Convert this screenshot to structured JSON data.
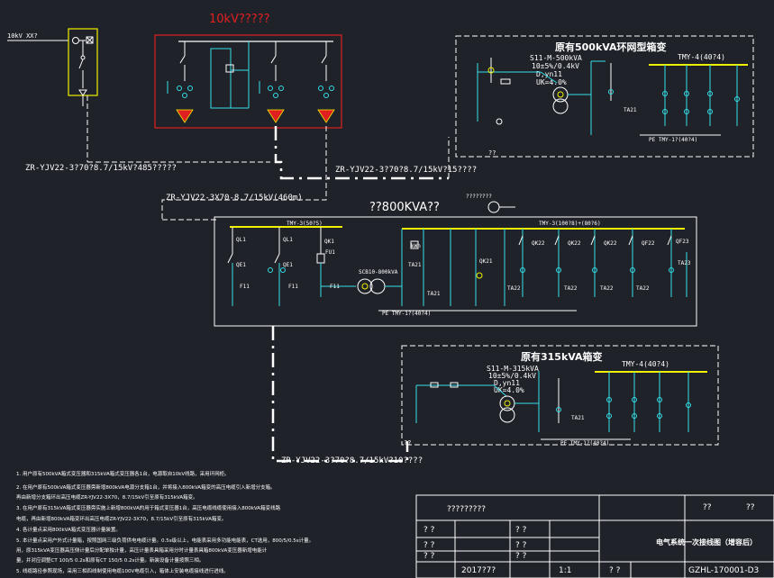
{
  "colors": {
    "background": "#1f2228",
    "white": "#ffffff",
    "cyan": "#35e0e8",
    "yellow": "#f0f000",
    "red": "#e02020",
    "green": "#30e030",
    "gray": "#bdbdbd"
  },
  "top_left": {
    "source_label": "10kV XX?",
    "cable_label": "ZR-YJV22-3?70?8.7/15kV?485?????"
  },
  "hv_room": {
    "title": "10kV?????"
  },
  "cable_right_label": "ZR-YJV22-3?70?8.7/15kV?15????",
  "cable_mid_label": "ZR-YJV22-3X70-8.7/15kV(460m)",
  "sub500": {
    "title": "原有500kVA环网型箱变",
    "transformer_spec": [
      "S11-M-500kVA",
      "10±5%/0.4kV",
      "D,yn11",
      "UK=4.0%"
    ],
    "busbar_label": "TMY-4(40?4)",
    "pe_label": "PE   TMY-1?(40?4)",
    "ta_label": "TA21",
    "qq_label": "??"
  },
  "main800": {
    "title": "??800KVA??",
    "note": "????????",
    "bus_left_label": "TMY-3(50?5)",
    "bus_right_label": "TMY-3(100?8)+(80?6)",
    "pe_label": "PE   TMY-1?(40?4)",
    "transformer_label": "SCB10-800kVA",
    "breakers": [
      "QL1",
      "QL1",
      "QK1",
      "QK21",
      "QK22",
      "QK22",
      "QK22",
      "QF22",
      "QF23"
    ],
    "switches": [
      "QE1",
      "QE1",
      "FU1",
      "F11",
      "F11",
      "F11"
    ],
    "cts": [
      "TA21",
      "TA22",
      "TA22",
      "TA22",
      "TA22",
      "TA23"
    ],
    "meter": "kWh"
  },
  "sub315": {
    "title": "原有315kVA箱变",
    "transformer_spec": [
      "S11-M-315kVA",
      "10±5%/0.4kV",
      "D,yn11",
      "UK=4.0%"
    ],
    "busbar_label": "TMY-4(40?4)",
    "pe_label": "PE   TMY-1?(40?4)",
    "ta_label": "TA21",
    "qq_label": "??",
    "cable_label": "ZR-YJV22-3?70?8.7/15kV?10????"
  },
  "notes": [
    "1. 用户原有500kVA箱式变压器和315kVA箱式变压器各1台，电源取自10kV线路，采用环网柜。",
    "2. 在用户原有500kVA箱式变压器旁新增800kVA电源分支箱1台，并将接入800kVA箱变的高压电缆引入新增分支箱。",
    "   再由新增分支箱环出高压电缆ZR-YJV22-3X70，8.7/15kV引至原有315kVA箱变。",
    "3. 在用户原有315kVA箱式变压器旁实施上新增800kVA的用于箱式变压器1台，高压电缆线缆使用接入800kVA箱变线路",
    "   电缆，再由新增800kVA箱变环出高压电缆ZR-YJV22-3X70，8.7/15kV引至原有315kVA箱变。",
    "4. 各计量点采用800kVA箱式变压器计量装置。",
    "5. 本计量点采用户外式计量箱，按照国网三级负荷供电电缆计量。0.5s级以上，电能表采用多功能电能表，CT选用，800/5/0.5s计量。",
    "   用，原315kVA变压器高压侧计量后分配单独计量，高压计量表具箱采用分时计量表具箱800kVA变压器新增电能计",
    "   量，并对应调整CT 100/5 0.2s和原有CT 150/5 0.2s计量。新装设备计量按照三相。",
    "5. 线缆路径参照现场，采用三相四线制使用电缆100V电缆引入，箱体上安装电缆接线进行进线。"
  ],
  "title_block": {
    "company": "?????????",
    "r1c2": "??",
    "r1c3": "??",
    "r2c1": "? ?",
    "r2c2": "? ?",
    "r3c1": "? ?",
    "r3c2": "? ?",
    "r4c1": "? ?",
    "r4c2": "? ?",
    "drawing_title": "电气系统一次接线图（增容后）",
    "date": "2017?7?",
    "scale": "1:1",
    "drawing_no_label": "? ?",
    "drawing_no": "GZHL-170001-D3"
  }
}
